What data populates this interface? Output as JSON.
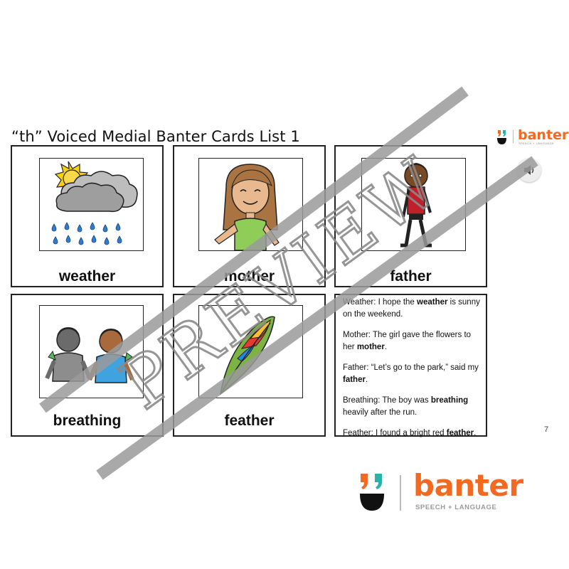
{
  "page": {
    "title": "“th” Voiced Medial Banter Cards List 1",
    "page_number": "7"
  },
  "brand": {
    "name": "banter",
    "tagline": "SPEECH + LANGUAGE",
    "accent_color": "#f26a21",
    "teal_color": "#2bb3a8"
  },
  "cards": [
    {
      "word": "weather",
      "icon": "rain-cloud-sun-icon"
    },
    {
      "word": "mother",
      "icon": "girl-icon"
    },
    {
      "word": "father",
      "icon": "man-icon"
    },
    {
      "word": "breathing",
      "icon": "breathing-boys-icon"
    },
    {
      "word": "feather",
      "icon": "feather-icon"
    }
  ],
  "sentences": [
    {
      "prefix": "Weather: I hope the ",
      "target": "weather",
      "suffix": " is sunny on the weekend."
    },
    {
      "prefix": "Mother: The girl gave the flowers to her ",
      "target": "mother",
      "suffix": "."
    },
    {
      "prefix": "Father: “Let’s go to the park,” said my ",
      "target": "father",
      "suffix": "."
    },
    {
      "prefix": "Breathing: The boy was ",
      "target": "breathing",
      "suffix": " heavily after the run."
    },
    {
      "prefix": "Feather: I found a bright red ",
      "target": "feather",
      "suffix": "."
    }
  ],
  "watermark": {
    "text": "PREVIEW"
  },
  "audio": {
    "icon": "speaker-icon"
  }
}
